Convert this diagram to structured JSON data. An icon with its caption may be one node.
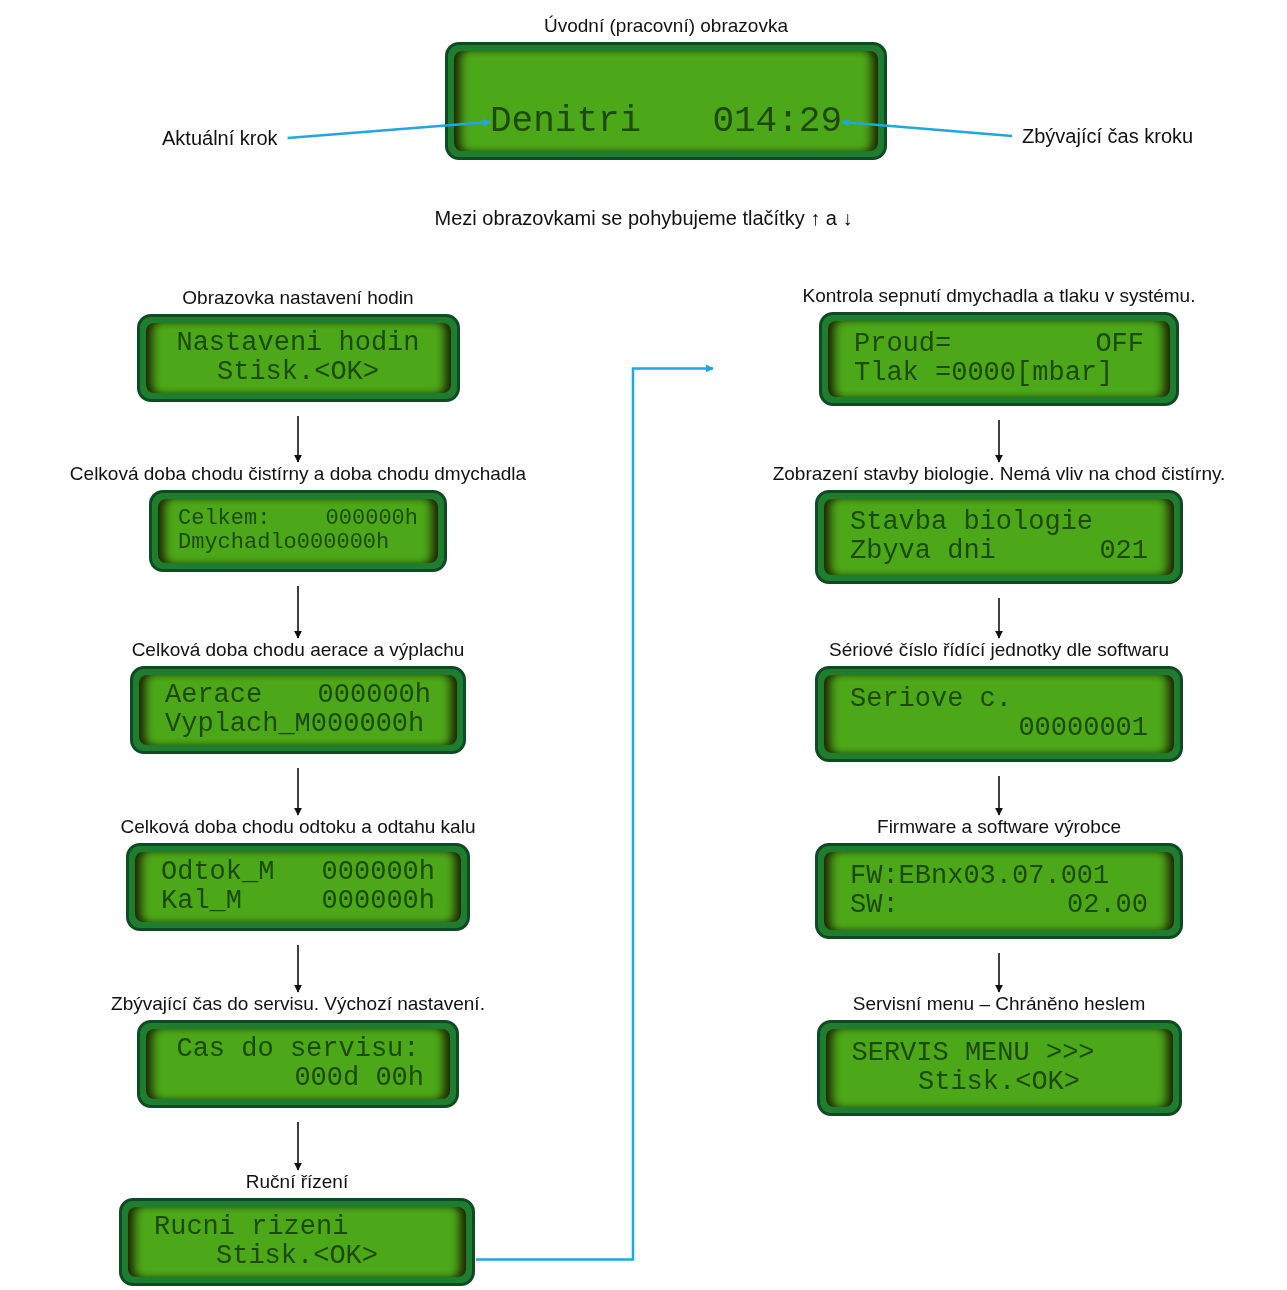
{
  "diagram": {
    "nodes": [
      {
        "text": [
          "Úvodní (pracovní) obrazovka"
        ]
      },
      {
        "text": [
          "Denitri"
        ],
        "in": 0
      },
      {
        "text": [
          "014:29"
        ],
        "in": 0
      },
      {
        "text": [
          "Aktuální krok"
        ]
      },
      {
        "text": [
          "Zbývající čas kroku"
        ]
      },
      {
        "text": [
          "Obrazovka nastavení hodin",
          "Nastaveni hodin",
          "Stisk.<OK>"
        ]
      },
      {
        "text": [
          "Celková doba chodu čistírny a doba chodu dmychadla",
          "Celkem:",
          "000000h",
          "Dmychadlo000000h"
        ]
      },
      {
        "text": [
          "Celková doba chodu aerace a výplachu",
          "Aerace",
          "000000h",
          "Vyplach_M000000h"
        ]
      },
      {
        "text": [
          "Celková doba chodu odtoku a odtahu kalu",
          "Odtok_M",
          "000000h",
          "Kal_M",
          "000000h"
        ]
      },
      {
        "text": [
          "Zbývající čas do servisu. Výchozí nastavení.",
          "Cas do servisu:",
          "000d 00h"
        ]
      },
      {
        "text": [
          "Ruční řízení",
          "Rucni rizeni",
          "Stisk.<OK>"
        ]
      },
      {
        "text": [
          "Kontrola sepnutí dmychadla a tlaku v systému.",
          "Proud=",
          "OFF",
          "Tlak =0000[mbar]"
        ]
      },
      {
        "text": [
          "Zobrazení stavby biologie. Nemá vliv na chod čistírny.",
          "Stavba biologie",
          "Zbyva dni",
          "021"
        ]
      },
      {
        "text": [
          "Sériové číslo řídící jednotky dle softwaru",
          "Seriove c.",
          "00000001"
        ]
      },
      {
        "text": [
          "Firmware a software výrobce",
          "FW:EBnx03.07.001",
          "SW:",
          "02.00"
        ]
      },
      {
        "text": [
          "Servisní menu – Chráněno heslem",
          "SERVIS MENU >>>",
          "Stisk.<OK>"
        ]
      }
    ],
    "edges": [
      {
        "from": 3,
        "to": 1,
        "arrow": "to",
        "color": "#1ea7e0"
      },
      {
        "from": 4,
        "to": 2,
        "arrow": "to",
        "color": "#1ea7e0"
      },
      {
        "from": 5,
        "to": 6,
        "arrow": "to"
      },
      {
        "from": 6,
        "to": 7,
        "arrow": "to"
      },
      {
        "from": 7,
        "to": 8,
        "arrow": "to"
      },
      {
        "from": 8,
        "to": 9,
        "arrow": "to"
      },
      {
        "from": 9,
        "to": 10,
        "arrow": "to"
      },
      {
        "from": 10,
        "to": 11,
        "arrow": "to",
        "color": "#1ea7e0"
      },
      {
        "from": 11,
        "to": 12,
        "arrow": "to"
      },
      {
        "from": 12,
        "to": 13,
        "arrow": "to"
      },
      {
        "from": 13,
        "to": 14,
        "arrow": "to"
      },
      {
        "from": 14,
        "to": 15,
        "arrow": "to"
      }
    ],
    "labels": [
      "Mezi obrazovkami se pohybujeme tlačítky ↑ a ↓"
    ]
  }
}
